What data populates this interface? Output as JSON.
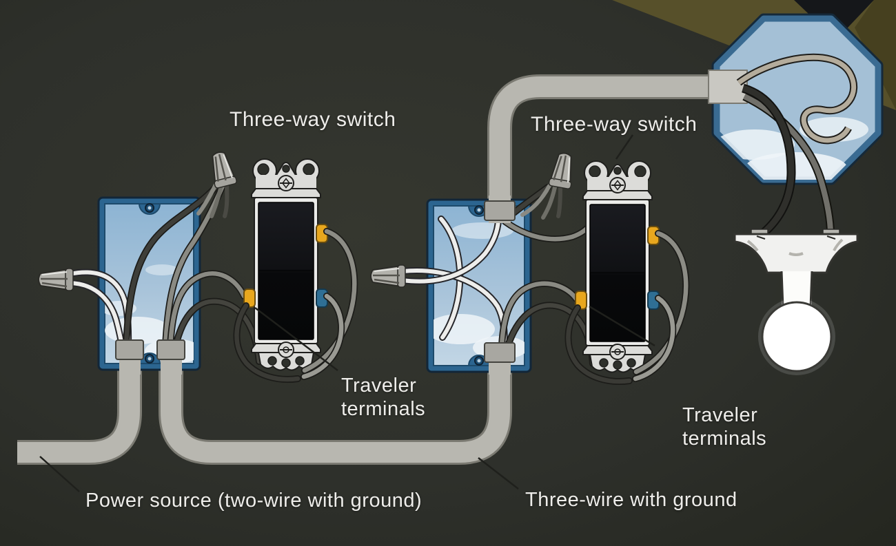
{
  "labels": {
    "switch1": "Three-way switch",
    "switch2": "Three-way switch",
    "traveler1": {
      "line1": "Traveler",
      "line2": "terminals"
    },
    "traveler2": {
      "line1": "Traveler",
      "line2": "terminals"
    },
    "power_source": "Power source (two-wire with ground)",
    "three_wire": "Three-wire with ground"
  },
  "colors": {
    "background": "#2e302b",
    "conduit_gray": "#b8b7b0",
    "box_frame_blue": "#2c6590",
    "box_sky_blue": "#a7c3da",
    "octagon_fill": "#a4c0d6",
    "octagon_border": "#3a6b92",
    "switch_metal": "#dcdcd9",
    "switch_rocker_black": "#0c0d10",
    "traveler_terminal_yellow": "#e8a71e",
    "common_terminal_blue": "#2f6f95",
    "wire_white": "#ededeb",
    "wire_gray": "#8c8c85",
    "wire_dark": "#3a3a35",
    "bulb_white": "#ffffff",
    "corner_olive": "#57502a",
    "label_text": "#eeedea"
  }
}
